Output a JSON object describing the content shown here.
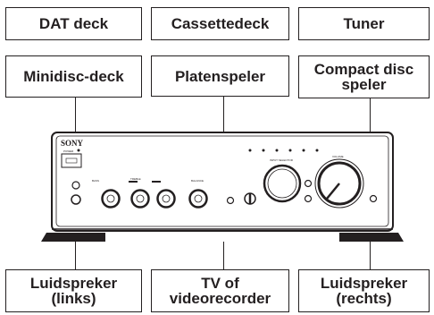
{
  "components_top_row": [
    {
      "id": "dat",
      "label": "DAT deck"
    },
    {
      "id": "cassette",
      "label": "Cassettedeck"
    },
    {
      "id": "tuner",
      "label": "Tuner"
    }
  ],
  "components_second_row": [
    {
      "id": "minidisc",
      "label": "Minidisc-deck"
    },
    {
      "id": "platenspeler",
      "label": "Platenspeler"
    },
    {
      "id": "cd",
      "label": "Compact disc\nspeler"
    }
  ],
  "components_bottom_row": [
    {
      "id": "speaker-left",
      "label": "Luidspreker\n(links)"
    },
    {
      "id": "tv",
      "label": "TV of\nvideorecorder"
    },
    {
      "id": "speaker-right",
      "label": "Luidspreker\n(rechts)"
    }
  ],
  "amplifier": {
    "brand": "SONY",
    "power_label": "POWER",
    "input_selector_label": "INPUT SELECTOR",
    "volume_label": "VOLUME",
    "knob_labels": [
      "BASS",
      "TREBLE",
      "BALANCE"
    ]
  },
  "colors": {
    "line": "#231f20",
    "panel": "#ffffff",
    "feet": "#231f20"
  }
}
